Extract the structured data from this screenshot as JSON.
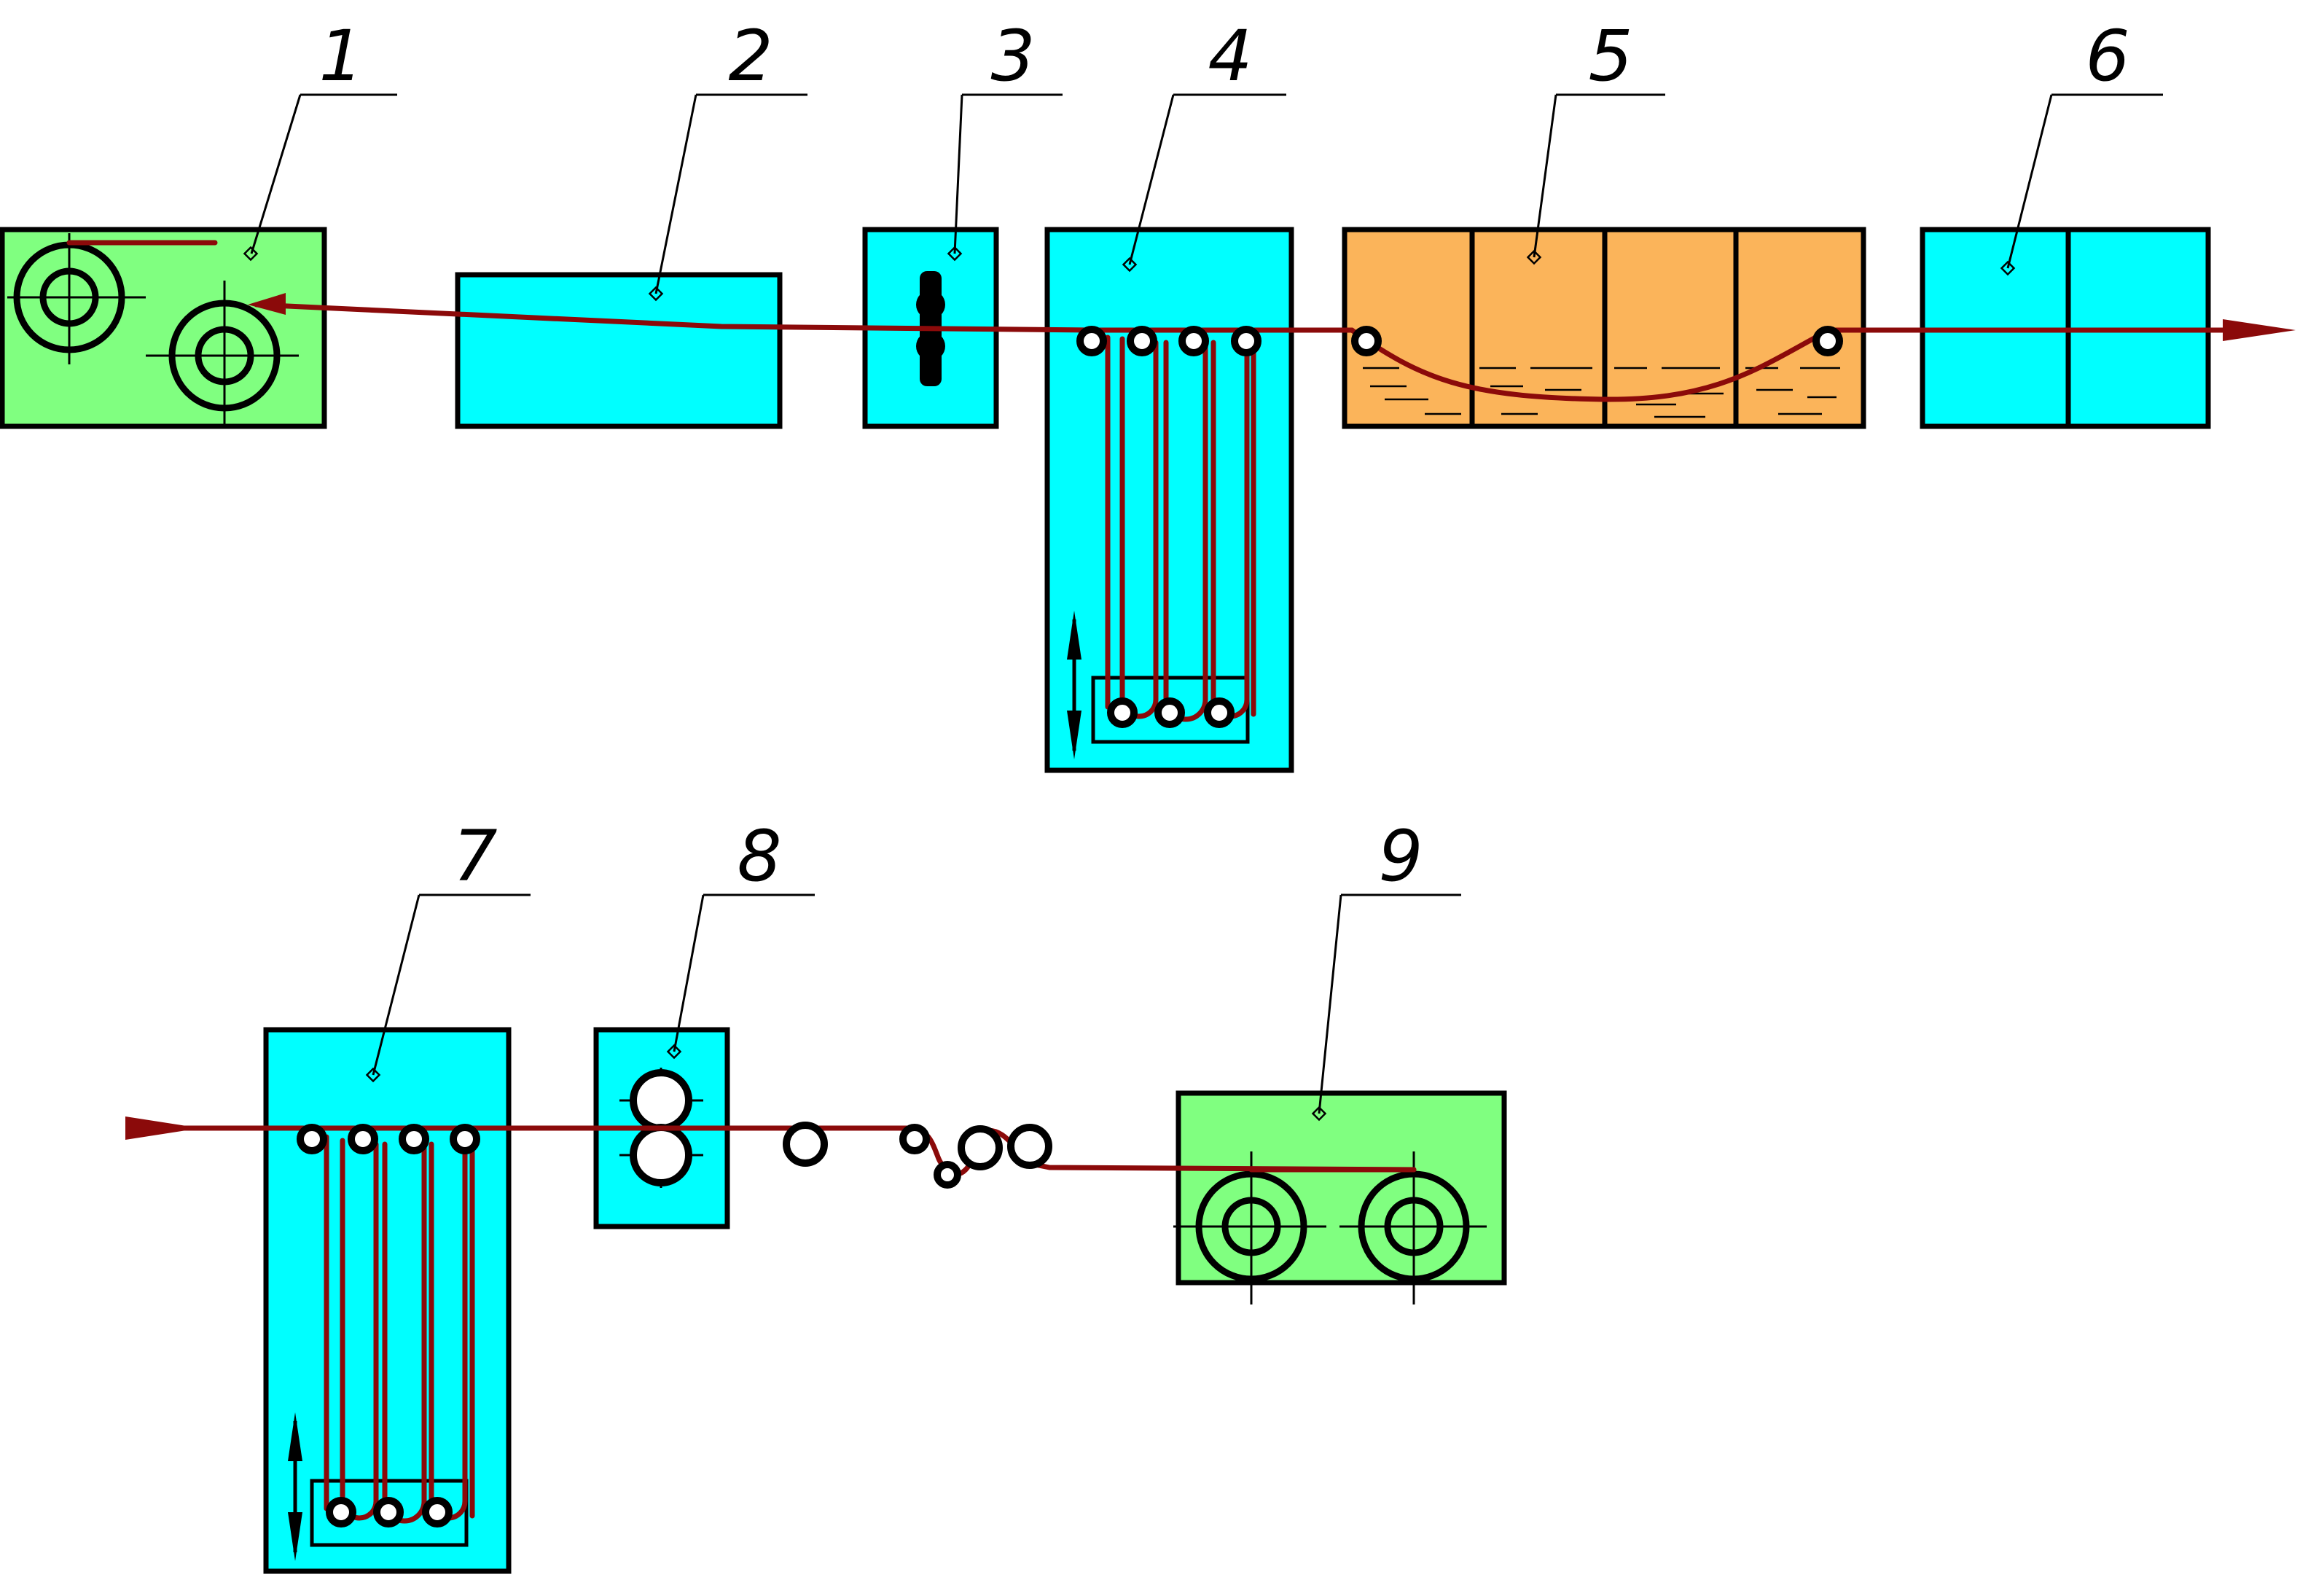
{
  "colors": {
    "reel_unit": "#80ff80",
    "process_unit": "#00ffff",
    "bath_unit": "#fbb45a",
    "web": "#8b0a0a",
    "outline": "#000000"
  },
  "callouts": [
    "1",
    "2",
    "3",
    "4",
    "5",
    "6",
    "7",
    "8",
    "9"
  ]
}
